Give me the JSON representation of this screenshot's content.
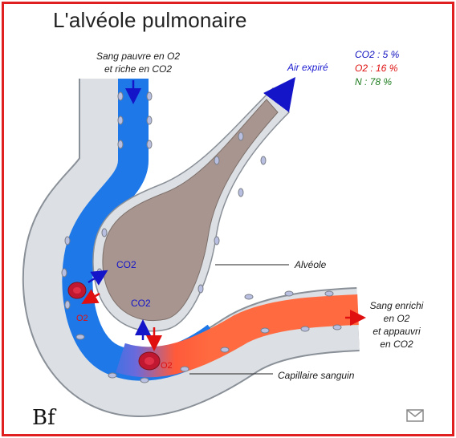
{
  "title": "L'alvéole pulmonaire",
  "labels": {
    "sang_pauvre_1": "Sang pauvre en O2",
    "sang_pauvre_2": "et riche en CO2",
    "air_expire": "Air expiré",
    "alveole": "Alvéole",
    "capillaire": "Capillaire sanguin",
    "sang_enrichi_1": "Sang enrichi",
    "sang_enrichi_2": "en O2",
    "sang_enrichi_3": "et appauvri",
    "sang_enrichi_4": "en CO2",
    "co2_a": "CO2",
    "co2_b": "CO2",
    "o2_a": "O2",
    "o2_b": "O2"
  },
  "gas_composition": [
    {
      "text": "CO2 : 5 %",
      "color": "#1010c0"
    },
    {
      "text": "O2 : 16 %",
      "color": "#e01010"
    },
    {
      "text": "N : 78 %",
      "color": "#1a7a1a"
    }
  ],
  "footer": {
    "logo": "Bf",
    "mail_icon": "envelope-icon"
  },
  "colors": {
    "frame": "#e02020",
    "blood_poor": "#1e78e8",
    "blood_rich": "#ff6a40",
    "alveole": "#a8958f",
    "wall": "#d4d8dc",
    "co2_arrow": "#1414c8",
    "o2_arrow": "#e01010",
    "air_arrow": "#7b7bf0"
  }
}
